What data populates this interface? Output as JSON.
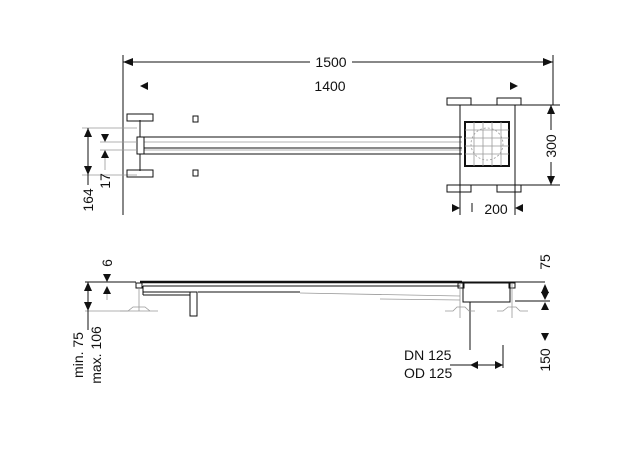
{
  "top_view": {
    "dim_total_length": "1500",
    "dim_channel_length": "1400",
    "dim_body_depth": "300",
    "dim_body_width": "200",
    "dim_height_164": "164",
    "dim_height_17": "17"
  },
  "side_view": {
    "dim_grate_6": "6",
    "dim_min": "min. 75",
    "dim_max": "max. 106",
    "dim_75": "75",
    "dim_150": "150",
    "pipe_dn": "DN 125",
    "pipe_od": "OD 125"
  },
  "colors": {
    "line": "#111111",
    "thin": "#999999",
    "background": "#ffffff"
  }
}
